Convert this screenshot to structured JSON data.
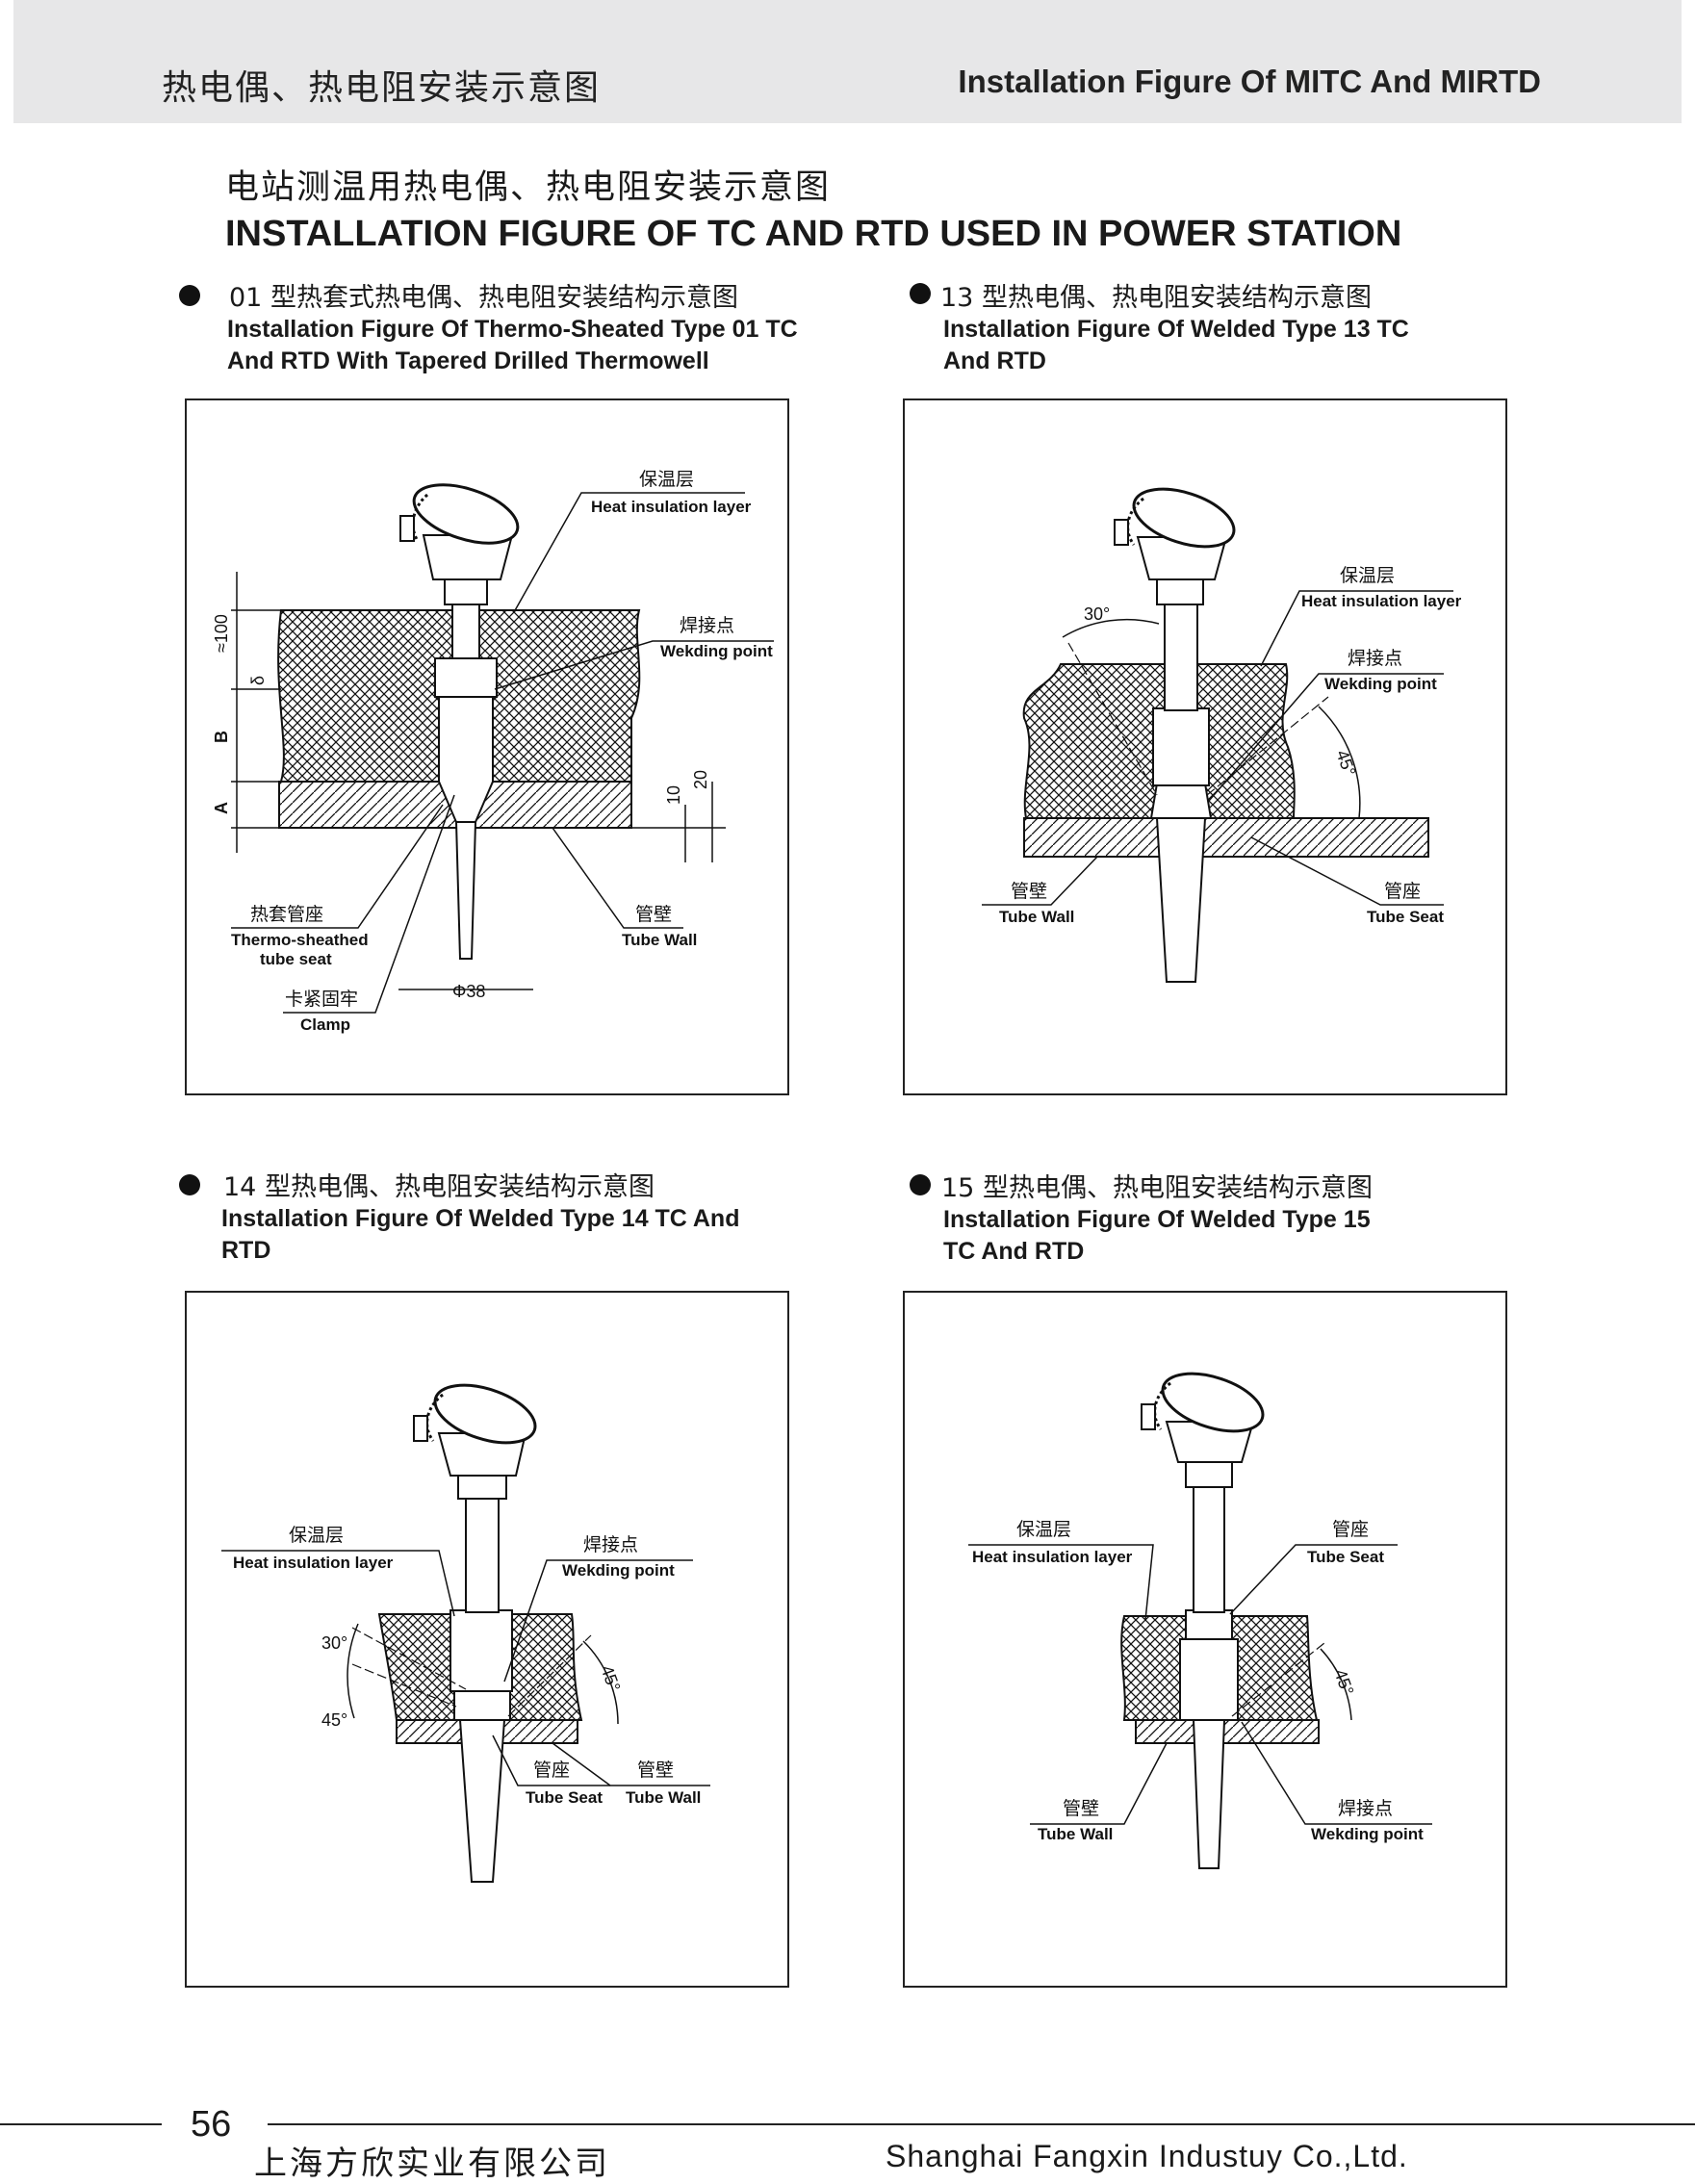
{
  "header": {
    "title_cn": "热电偶、热电阻安装示意图",
    "title_en": "Installation Figure Of MITC And MIRTD"
  },
  "main": {
    "title_cn": "电站测温用热电偶、热电阻安装示意图",
    "title_en": "INSTALLATION FIGURE OF TC AND RTD USED IN POWER STATION"
  },
  "sections": [
    {
      "title_cn": "01  型热套式热电偶、热电阻安装结构示意图",
      "title_en_line1": "Installation Figure Of Thermo-Sheated Type 01 TC",
      "title_en_line2": "And RTD With Tapered Drilled Thermowell",
      "labels": {
        "insulation_cn": "保温层",
        "insulation_en": "Heat insulation layer",
        "weld_cn": "焊接点",
        "weld_en": "Wekding point",
        "seat_cn": "热套管座",
        "seat_en_1": "Thermo-sheathed",
        "seat_en_2": "tube seat",
        "wall_cn": "管壁",
        "wall_en": "Tube Wall",
        "clamp_cn": "卡紧固牢",
        "clamp_en": "Clamp",
        "dim_100": "≈100",
        "dim_delta": "δ",
        "dim_b": "B",
        "dim_a": "A",
        "dim_10": "10",
        "dim_20": "20",
        "dim_phi": "Φ38"
      }
    },
    {
      "title_cn": "13  型热电偶、热电阻安装结构示意图",
      "title_en_line1": "Installation Figure Of Welded  Type 13 TC",
      "title_en_line2": "And RTD",
      "labels": {
        "insulation_cn": "保温层",
        "insulation_en": "Heat insulation layer",
        "weld_cn": "焊接点",
        "weld_en": "Wekding point",
        "wall_cn": "管壁",
        "wall_en": "Tube Wall",
        "seat_cn": "管座",
        "seat_en": "Tube Seat",
        "angle_30": "30°",
        "angle_45": "45°"
      }
    },
    {
      "title_cn": "14  型热电偶、热电阻安装结构示意图",
      "title_en_line1": "Installation Figure Of Welded Type 14 TC And",
      "title_en_line2": "RTD",
      "labels": {
        "insulation_cn": "保温层",
        "insulation_en": "Heat insulation layer",
        "weld_cn": "焊接点",
        "weld_en": "Wekding point",
        "seat_cn": "管座",
        "seat_en": "Tube Seat",
        "wall_cn": "管壁",
        "wall_en": "Tube Wall",
        "angle_30": "30°",
        "angle_45a": "45°",
        "angle_45b": "45°"
      }
    },
    {
      "title_cn": "15  型热电偶、热电阻安装结构示意图",
      "title_en_line1": "Installation Figure Of Welded Type 15",
      "title_en_line2": "TC And RTD",
      "labels": {
        "insulation_cn": "保温层",
        "insulation_en": "Heat insulation layer",
        "seat_cn": "管座",
        "seat_en": "Tube Seat",
        "wall_cn": "管壁",
        "wall_en": "Tube Wall",
        "weld_cn": "焊接点",
        "weld_en": "Wekding point",
        "angle_45": "45°"
      }
    }
  ],
  "footer": {
    "page_number": "56",
    "company_cn": "上海方欣实业有限公司",
    "company_en": "Shanghai Fangxin Industuy Co.,Ltd."
  }
}
